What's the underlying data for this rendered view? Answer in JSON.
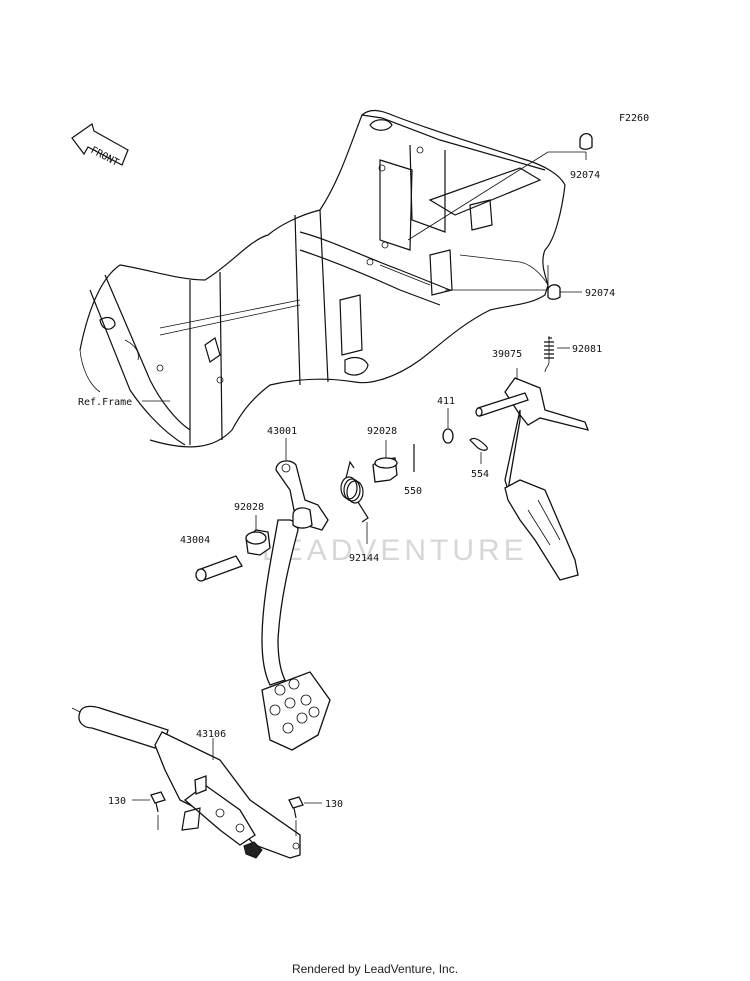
{
  "diagram_code": "F2260",
  "front_arrow_label": "FRONT",
  "watermark": "LEADVENTURE",
  "footer": "Rendered by LeadVenture, Inc.",
  "ref_frame_label": "Ref.Frame",
  "parts": {
    "p92074a": "92074",
    "p92074b": "92074",
    "p92081": "92081",
    "p39075": "39075",
    "p411": "411",
    "p554": "554",
    "p43001": "43001",
    "p92028a": "92028",
    "p550": "550",
    "p92028b": "92028",
    "p43004": "43004",
    "p92144": "92144",
    "p43106": "43106",
    "p130a": "130",
    "p130b": "130"
  }
}
